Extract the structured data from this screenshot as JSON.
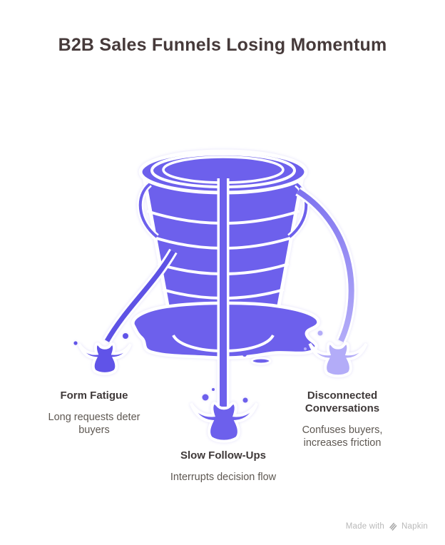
{
  "title": "B2B Sales Funnels Losing Momentum",
  "leaks": [
    {
      "label": "Form Fatigue",
      "description": "Long requests deter buyers"
    },
    {
      "label": "Slow Follow-Ups",
      "description": "Interrupts decision flow"
    },
    {
      "label": "Disconnected Conversations",
      "description": "Confuses buyers, increases friction"
    }
  ],
  "watermark": {
    "prefix": "Made with",
    "brand": "Napkin"
  },
  "illustration": {
    "subject": "leaky-bucket-with-three-leaks"
  },
  "colors": {
    "background": "#ffffff",
    "title-text": "#463a3a",
    "label-text": "#3f3939",
    "desc-text": "#5e5852",
    "watermark-text": "#b9b9b9",
    "watermark-icon": "#a5a5a5",
    "bucket": "#6d60ec",
    "leak-dark": "#5e52e5",
    "leak-mid": "#7e72ef",
    "leak-light": "#b3acf8",
    "splash-left": "#6053e8",
    "outline": "#ffffff"
  }
}
